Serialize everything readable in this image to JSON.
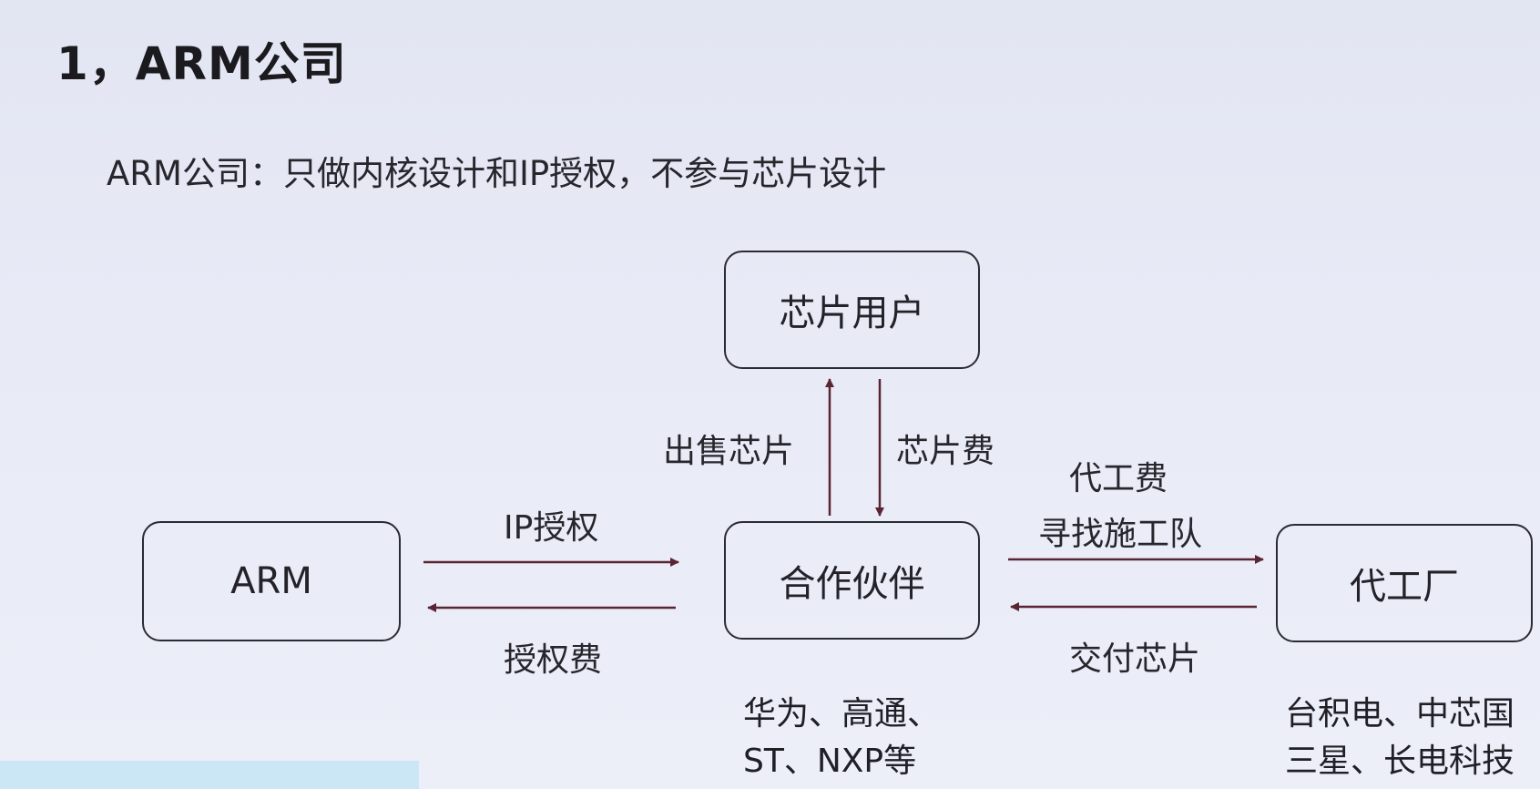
{
  "title": "1，ARM公司",
  "subtitle": "ARM公司：只做内核设计和IP授权，不参与芯片设计",
  "nodes": {
    "users": "芯片用户",
    "partner": "合作伙伴",
    "arm": "ARM",
    "foundry": "代工厂"
  },
  "edges": {
    "sell_chips": "出售芯片",
    "chip_fee": "芯片费",
    "ip_license": "IP授权",
    "license_fee": "授权费",
    "foundry_fee": "代工费",
    "find_builder": "寻找施工队",
    "deliver_chips": "交付芯片"
  },
  "notes": {
    "partner_line1": "华为、高通、",
    "partner_line2": "ST、NXP等",
    "foundry_line1": "台积电、中芯国",
    "foundry_line2": "三星、长电科技"
  },
  "colors": {
    "arrow": "#5a2532",
    "border": "#2b2b33"
  }
}
